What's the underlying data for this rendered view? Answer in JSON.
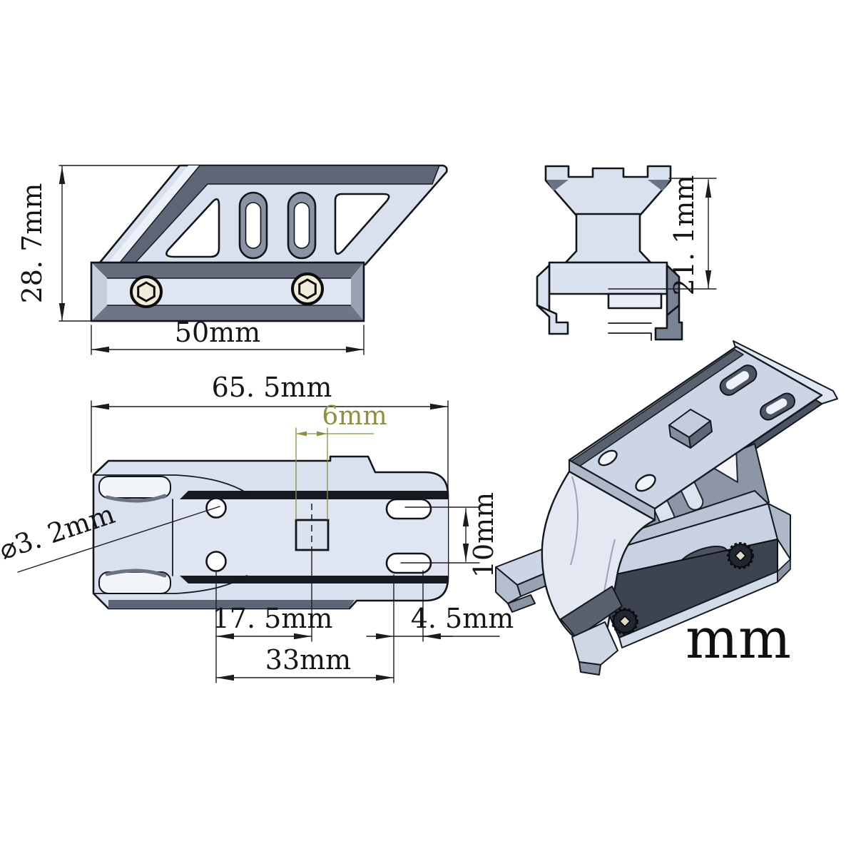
{
  "unit_label": "mm",
  "colors": {
    "highlight_dimension": "#8f8f3e",
    "line_ink": "#161616",
    "body_fill": "#d9e0ee",
    "dark_face": "#5d6576"
  },
  "views": {
    "side": {
      "height": "28. 7mm",
      "width": "50mm"
    },
    "end": {
      "height": "21. 1mm"
    },
    "top": {
      "length": "65. 5mm",
      "recess_width": "6mm",
      "hole_diameter": "⌀3. 2mm",
      "slot_spacing": "10mm",
      "hole_to_recess": "17. 5mm",
      "slot_length": "4. 5mm",
      "hole_to_slot_span": "33mm"
    }
  }
}
